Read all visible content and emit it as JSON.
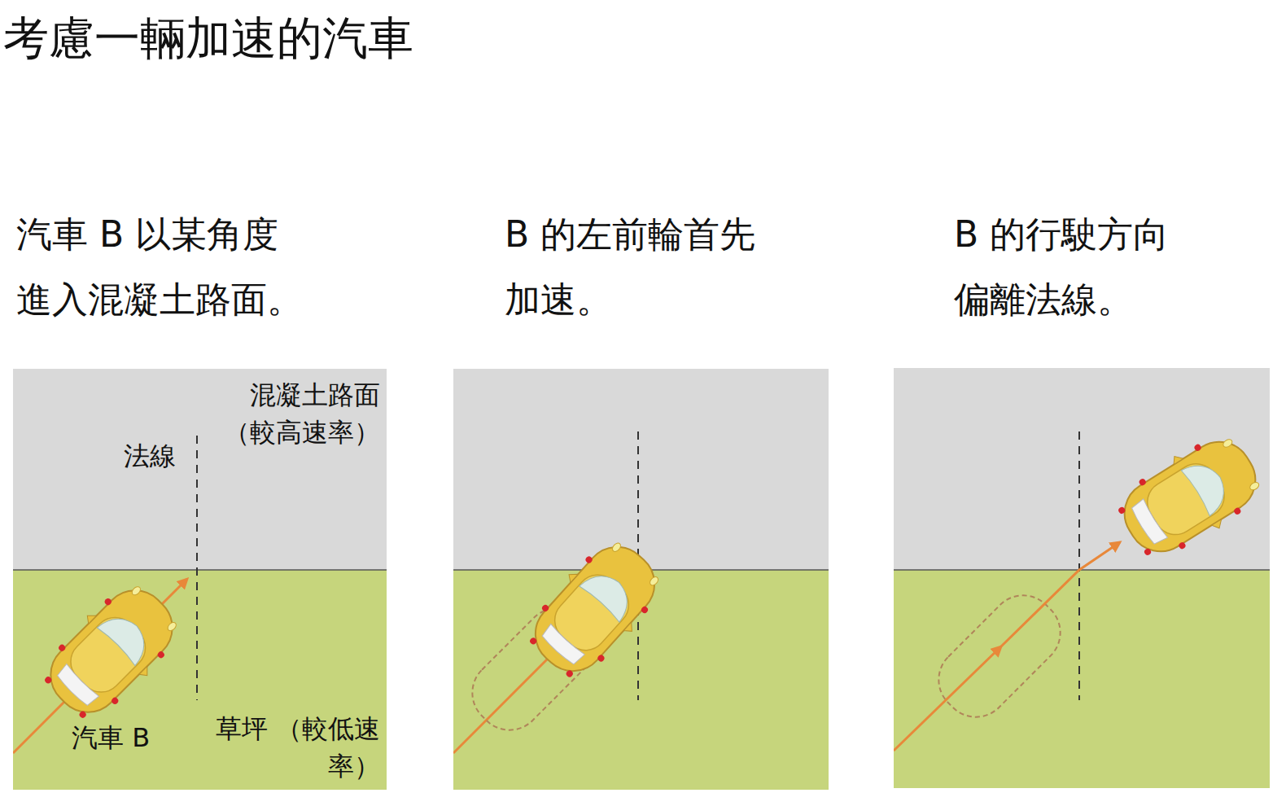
{
  "diagram": {
    "title": "考慮一輛加速的汽車",
    "labels": [
      "汽車 B 以某角度進入混凝土路面。",
      "B 的左前輪首先加速。",
      "B 的行駛方向偏離法線。",
      "混凝土路面 （較高速率）",
      "法線",
      "汽車 B",
      "草坪 （較低速率）"
    ]
  }
}
